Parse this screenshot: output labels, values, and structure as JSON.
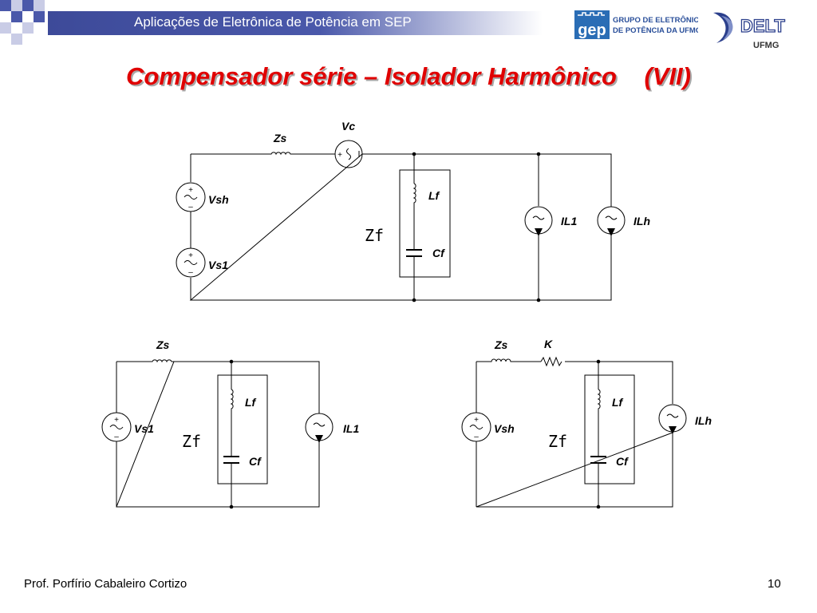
{
  "header": {
    "title": "Aplicações de Eletrônica de Potência em SEP",
    "logo_gep": "gep",
    "logo_gep_line1": "GRUPO DE ELETRÔNICA",
    "logo_gep_line2": "DE POTÊNCIA DA UFMG",
    "logo_delt": "DELT",
    "logo_ufmg": "UFMG"
  },
  "slide": {
    "title": "Compensador série – Isolador Harmônico    (VII)"
  },
  "circuits": {
    "main": {
      "Zs": "Zs",
      "Vc": "Vc",
      "Vsh": "Vsh",
      "Vs1": "Vs1",
      "Lf": "Lf",
      "Cf": "Cf",
      "Zf": "Zf",
      "IL1": "IL1",
      "ILh": "ILh",
      "plus": "+",
      "minus": "–"
    },
    "fundamental": {
      "Zs": "Zs",
      "Vs1": "Vs1",
      "Lf": "Lf",
      "Cf": "Cf",
      "Zf": "Zf",
      "IL1": "IL1",
      "plus": "+",
      "minus": "–"
    },
    "harmonic": {
      "Zs": "Zs",
      "K": "K",
      "Vsh": "Vsh",
      "Lf": "Lf",
      "Cf": "Cf",
      "Zf": "Zf",
      "ILh": "ILh",
      "plus": "+",
      "minus": "–"
    }
  },
  "footer": {
    "author": "Prof. Porfírio Cabaleiro Cortizo",
    "page": "10"
  },
  "colors": {
    "header_blue": "#3d4a99",
    "title_red": "#e00000",
    "square_blue": "#4a58aa",
    "square_light": "#b3b8dd"
  }
}
